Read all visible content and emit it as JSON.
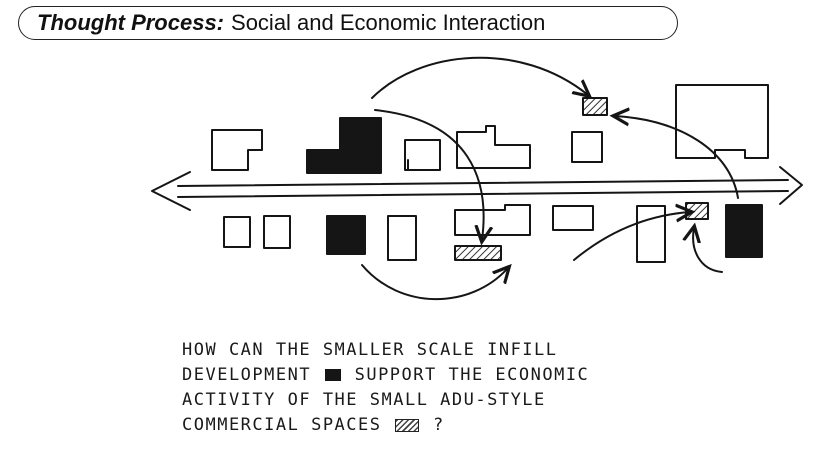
{
  "title": {
    "bold": "Thought Process:",
    "rest": "Social and Economic Interaction"
  },
  "note": {
    "line1": "How can the smaller scale infill",
    "line2a": "development",
    "line2b": "support the economic",
    "line3": "activity of the small ADU-style",
    "line4a": "commercial spaces",
    "line4b": "?"
  },
  "colors": {
    "ink": "#151515",
    "paper": "#ffffff"
  }
}
